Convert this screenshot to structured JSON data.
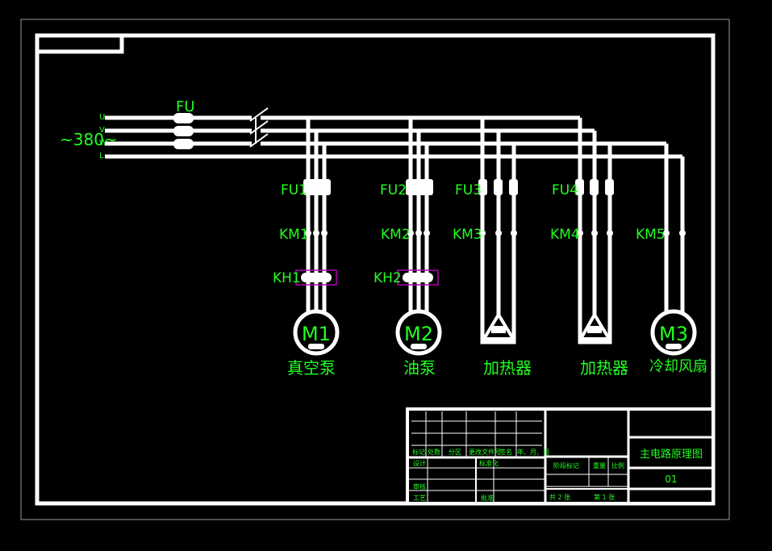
{
  "supply": {
    "voltage": "~380~",
    "phases": [
      "U",
      "V",
      "W",
      "L"
    ],
    "main_fuse": "FU"
  },
  "branches": [
    {
      "fuse": "FU1",
      "contactor": "KM1",
      "relay": "KH1",
      "load_symbol": "M1",
      "load_name": "真空泵"
    },
    {
      "fuse": "FU2",
      "contactor": "KM2",
      "relay": "KH2",
      "load_symbol": "M2",
      "load_name": "油泵"
    },
    {
      "fuse": "FU3",
      "contactor": "KM3",
      "relay": "",
      "load_symbol": "",
      "load_name": "加热器"
    },
    {
      "fuse": "FU4",
      "contactor": "KM4",
      "relay": "",
      "load_symbol": "",
      "load_name": "加热器"
    },
    {
      "fuse": "",
      "contactor": "KM5",
      "relay": "",
      "load_symbol": "M3",
      "load_name": "冷却风扇"
    }
  ],
  "title_block": {
    "drawing_title": "主电路原理图",
    "drawing_number": "01",
    "rev_headers": [
      "标记",
      "处数",
      "分区",
      "更改文件号",
      "签名",
      "年、月、日"
    ],
    "row_labels": [
      "设计",
      "审核",
      "工艺"
    ],
    "row_labels_mid": [
      "标准化",
      "",
      "批准"
    ],
    "stage_mark_label": "阶段标记",
    "weight_label": "重量",
    "scale_label": "比例",
    "sheet_total_label": "共 2 张",
    "sheet_no_label": "第 1 张"
  },
  "colors": {
    "wire": "#ffffff",
    "label": "#21ff21",
    "relay_box": "#b400b4",
    "background": "#000000"
  }
}
